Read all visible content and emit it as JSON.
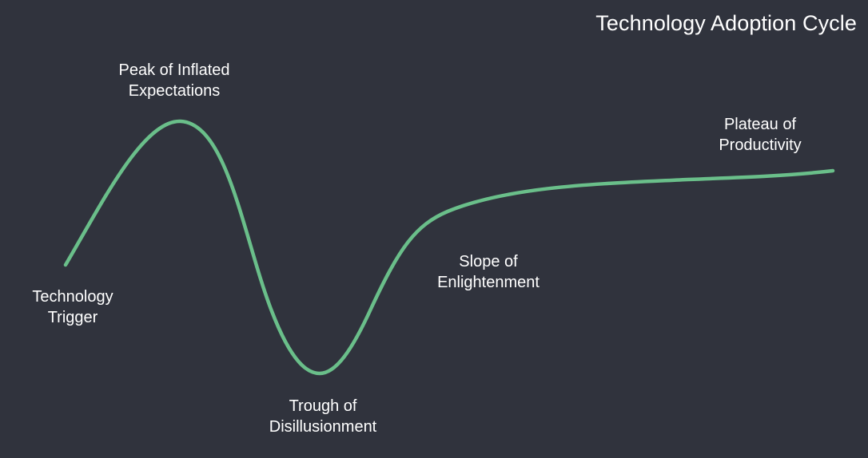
{
  "title": "Technology Adoption Cycle",
  "curve_color": "#6abf8a",
  "background_color": "#30333d",
  "phases": [
    {
      "id": "trigger",
      "lines": [
        "Technology",
        "Trigger"
      ]
    },
    {
      "id": "peak",
      "lines": [
        "Peak of Inflated",
        "Expectations"
      ]
    },
    {
      "id": "trough",
      "lines": [
        "Trough of",
        "Disillusionment"
      ]
    },
    {
      "id": "slope",
      "lines": [
        "Slope of",
        "Enlightenment"
      ]
    },
    {
      "id": "plateau",
      "lines": [
        "Plateau of",
        "Productivity"
      ]
    }
  ]
}
